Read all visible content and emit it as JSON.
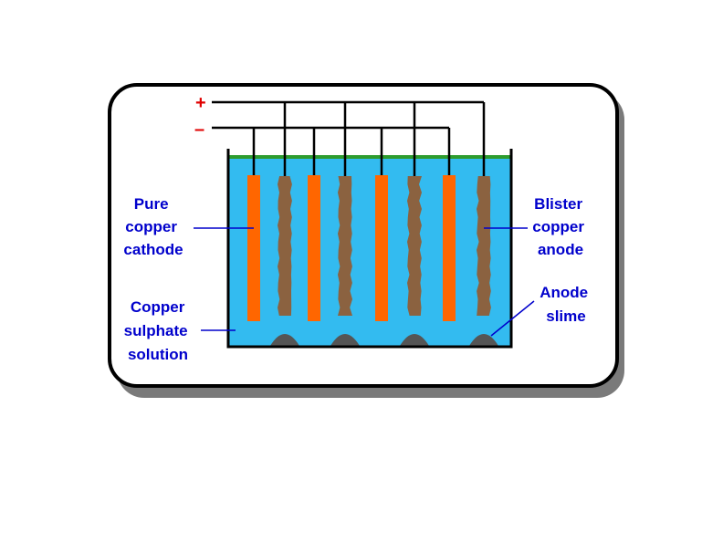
{
  "terminals": {
    "positive": "+",
    "negative": "–"
  },
  "labels": {
    "cathode": [
      "Pure",
      "copper",
      "cathode"
    ],
    "solution": [
      "Copper",
      "sulphate",
      "solution"
    ],
    "anode": [
      "Blister",
      "copper",
      "anode"
    ],
    "slime": [
      "Anode",
      "slime"
    ]
  },
  "colors": {
    "label_text": "#0000cc",
    "terminal_sign": "#e00000",
    "solution": "#33bbf0",
    "surface": "#2e9c2e",
    "cathode": "#ff6600",
    "anode": "#8b6240",
    "slime": "#555555",
    "frame_border": "#000000",
    "leader_line": "#0000cc"
  }
}
